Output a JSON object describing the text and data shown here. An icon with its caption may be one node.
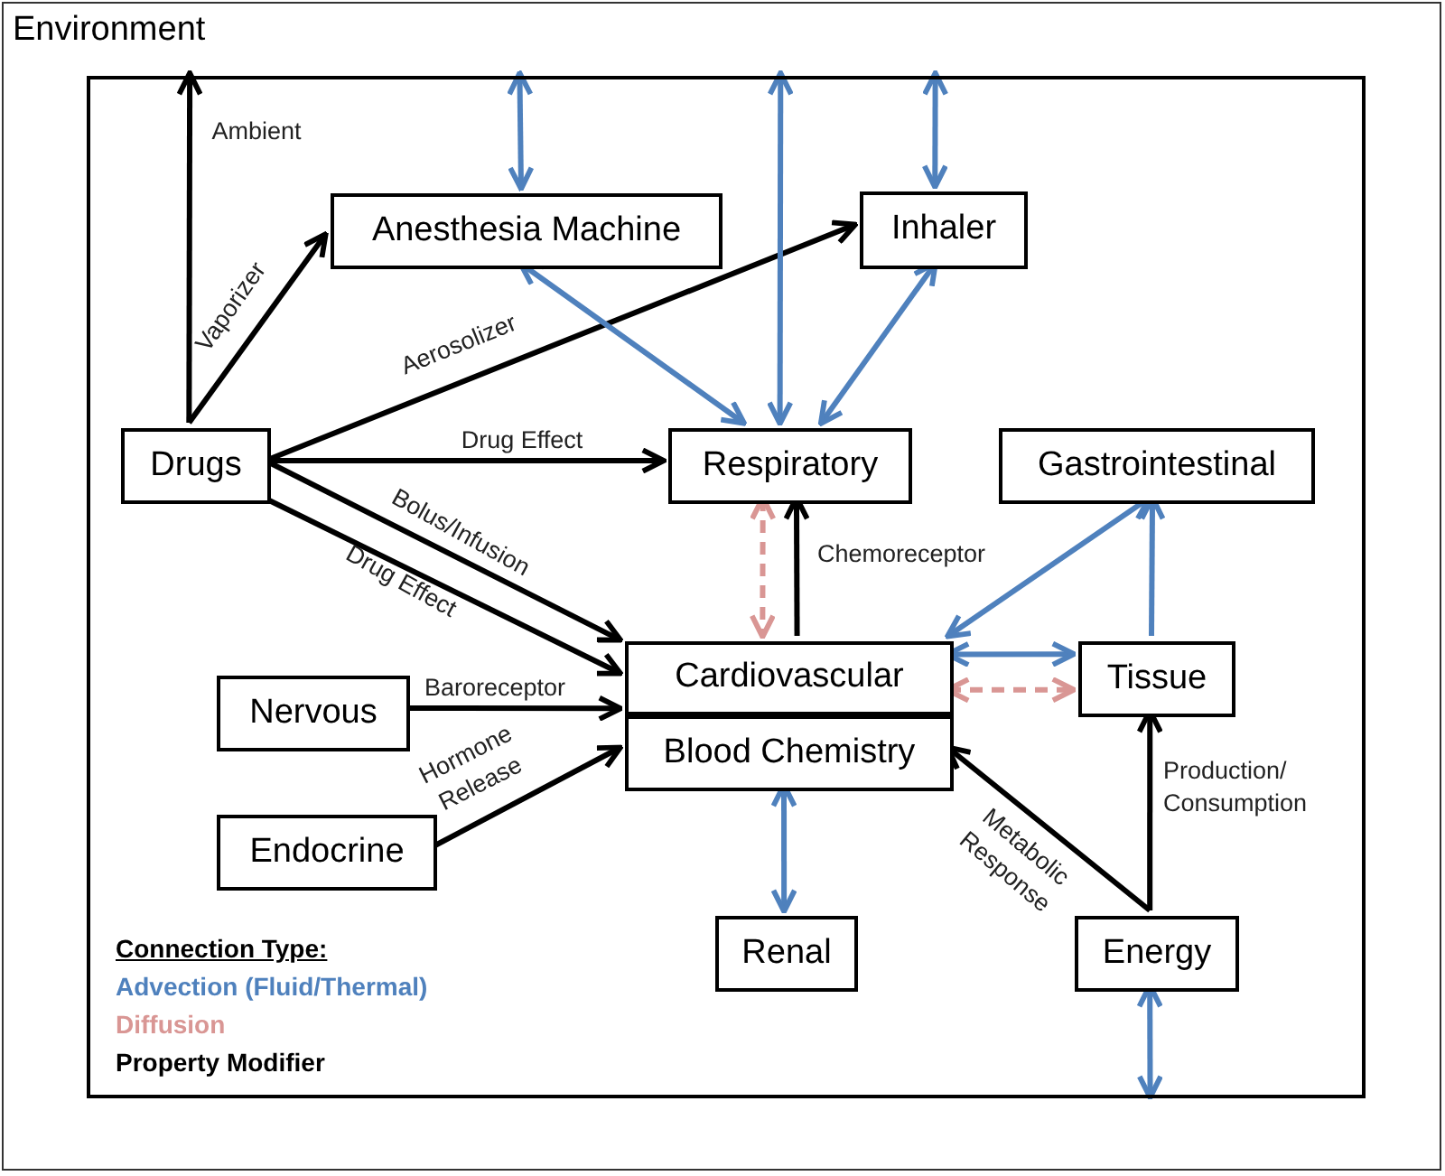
{
  "diagram": {
    "nodes": [
      {
        "text": [
          "Environment"
        ]
      },
      {
        "text": [],
        "shape": "box",
        "in": 0
      },
      {
        "text": [
          "Anesthesia Machine"
        ],
        "in": 1
      },
      {
        "text": [
          "Inhaler"
        ],
        "in": 1
      },
      {
        "text": [
          "Drugs"
        ],
        "in": 1
      },
      {
        "text": [
          "Respiratory"
        ],
        "in": 1
      },
      {
        "text": [
          "Gastrointestinal"
        ],
        "in": 1
      },
      {
        "text": [
          "Cardiovascular"
        ],
        "in": 1
      },
      {
        "text": [
          "Blood Chemistry"
        ],
        "in": 1
      },
      {
        "text": [
          "Tissue"
        ],
        "in": 1
      },
      {
        "text": [
          "Nervous"
        ],
        "in": 1
      },
      {
        "text": [
          "Endocrine"
        ],
        "in": 1
      },
      {
        "text": [
          "Renal"
        ],
        "in": 1
      },
      {
        "text": [
          "Energy"
        ],
        "in": 1
      }
    ],
    "edges": [
      {
        "from": 4,
        "to": 1,
        "arrow": "to",
        "label": "Ambient"
      },
      {
        "from": 4,
        "to": 2,
        "arrow": "to",
        "label": "Vaporizer"
      },
      {
        "from": 4,
        "to": 3,
        "arrow": "to",
        "label": "Aerosolizer"
      },
      {
        "from": 4,
        "to": 5,
        "arrow": "to",
        "label": "Drug Effect"
      },
      {
        "from": 4,
        "to": 7,
        "arrow": "to",
        "label": "Bolus/Infusion"
      },
      {
        "from": 4,
        "to": 7,
        "arrow": "to",
        "label": "Drug Effect"
      },
      {
        "from": 2,
        "to": 1,
        "arrow": "both",
        "color": "#4f81bd"
      },
      {
        "from": 5,
        "to": 1,
        "arrow": "both",
        "color": "#4f81bd"
      },
      {
        "from": 3,
        "to": 1,
        "arrow": "both",
        "color": "#4f81bd"
      },
      {
        "from": 2,
        "to": 5,
        "arrow": "both",
        "color": "#4f81bd"
      },
      {
        "from": 3,
        "to": 5,
        "arrow": "both",
        "color": "#4f81bd"
      },
      {
        "from": 5,
        "to": 7,
        "arrow": "both",
        "style": "dashed",
        "color": "#d99694"
      },
      {
        "from": 7,
        "to": 5,
        "arrow": "to",
        "label": "Chemoreceptor"
      },
      {
        "from": 6,
        "to": 7,
        "arrow": "both",
        "color": "#4f81bd"
      },
      {
        "from": 9,
        "to": 6,
        "arrow": "to",
        "color": "#4f81bd"
      },
      {
        "from": 7,
        "to": 9,
        "arrow": "both",
        "color": "#4f81bd"
      },
      {
        "from": 7,
        "to": 9,
        "arrow": "both",
        "style": "dashed",
        "color": "#d99694"
      },
      {
        "from": 10,
        "to": 7,
        "arrow": "to",
        "label": "Baroreceptor"
      },
      {
        "from": 11,
        "to": 8,
        "arrow": "to",
        "label": "Hormone Release"
      },
      {
        "from": 8,
        "to": 12,
        "arrow": "both",
        "color": "#4f81bd"
      },
      {
        "from": 13,
        "to": 8,
        "arrow": "to",
        "label": "Metabolic Response"
      },
      {
        "from": 13,
        "to": 9,
        "arrow": "to",
        "label": "Production/ Consumption"
      },
      {
        "from": 13,
        "to": 1,
        "arrow": "both",
        "color": "#4f81bd"
      }
    ],
    "labels": [
      "Connection Type:"
    ],
    "legend": [
      {
        "text": "Advection (Fluid/Thermal)",
        "color": "#4f81bd"
      },
      {
        "text": "Diffusion",
        "color": "#d99694"
      },
      {
        "text": "Property Modifier",
        "color": "#000000"
      }
    ]
  }
}
